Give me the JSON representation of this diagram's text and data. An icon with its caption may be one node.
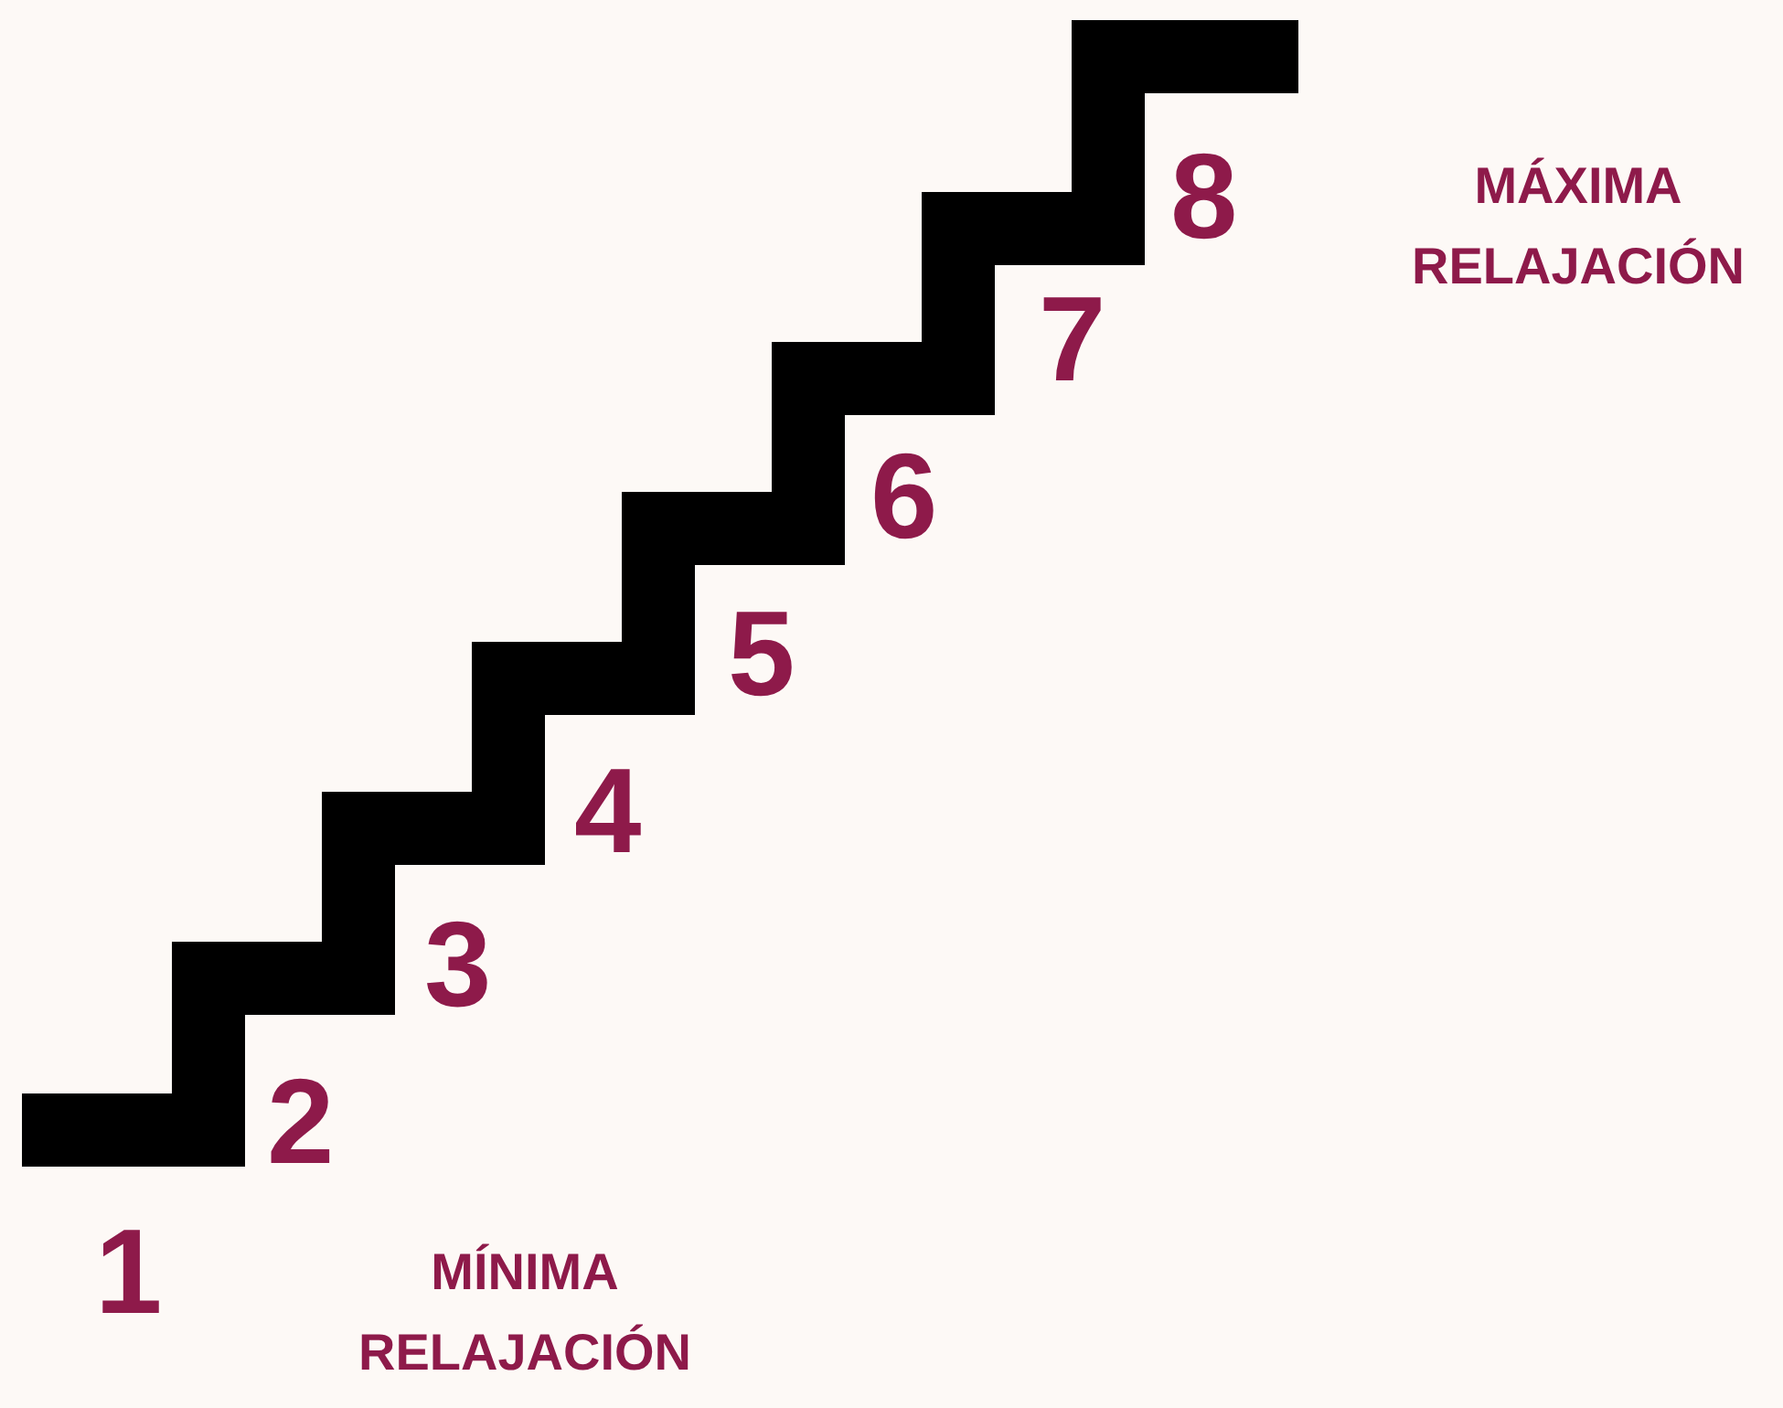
{
  "diagram": {
    "labels": [
      "8",
      "MÁXIMA RELAJACIÓN",
      "7",
      "6",
      "5",
      "4",
      "3",
      "2",
      "1",
      "MÍNIMA RELAJACIÓN"
    ]
  }
}
